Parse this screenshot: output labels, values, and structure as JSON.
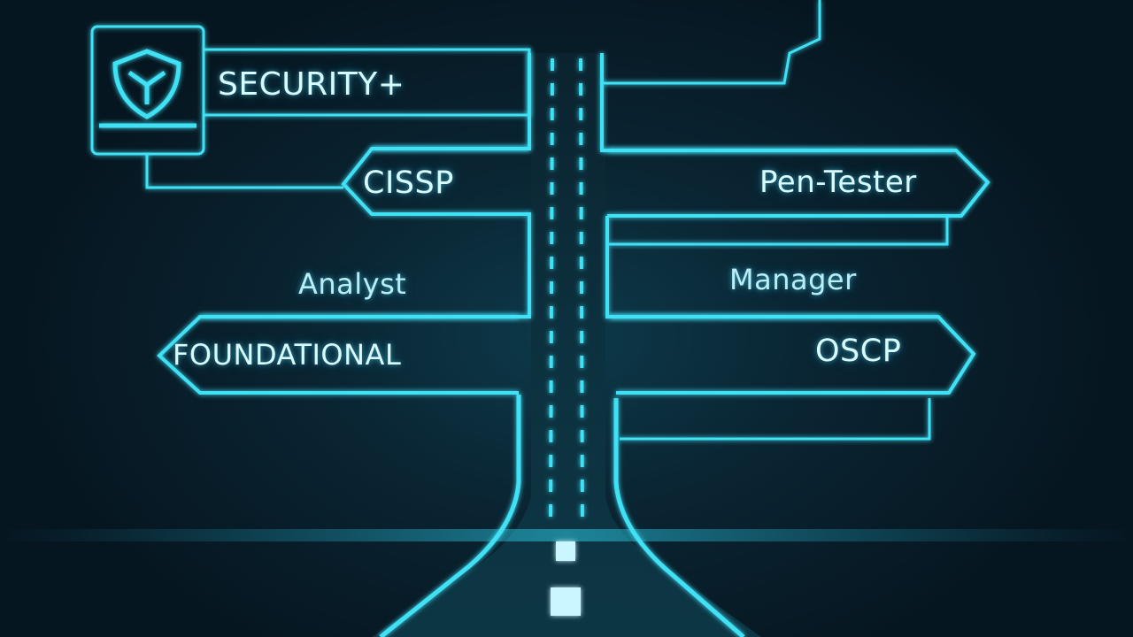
{
  "signs": {
    "security_plus": "SECURITY+",
    "cissp": "CISSP",
    "pen_tester": "Pen-Tester",
    "analyst": "Analyst",
    "manager": "Manager",
    "foundational": "FOUNDATIONAL",
    "oscp": "OSCP"
  },
  "icons": {
    "badge": "shield-icon"
  },
  "colors": {
    "background": "#06141d",
    "neon": "#3fe0f5",
    "glow": "#1fb8e0",
    "text": "#d9fbff"
  }
}
